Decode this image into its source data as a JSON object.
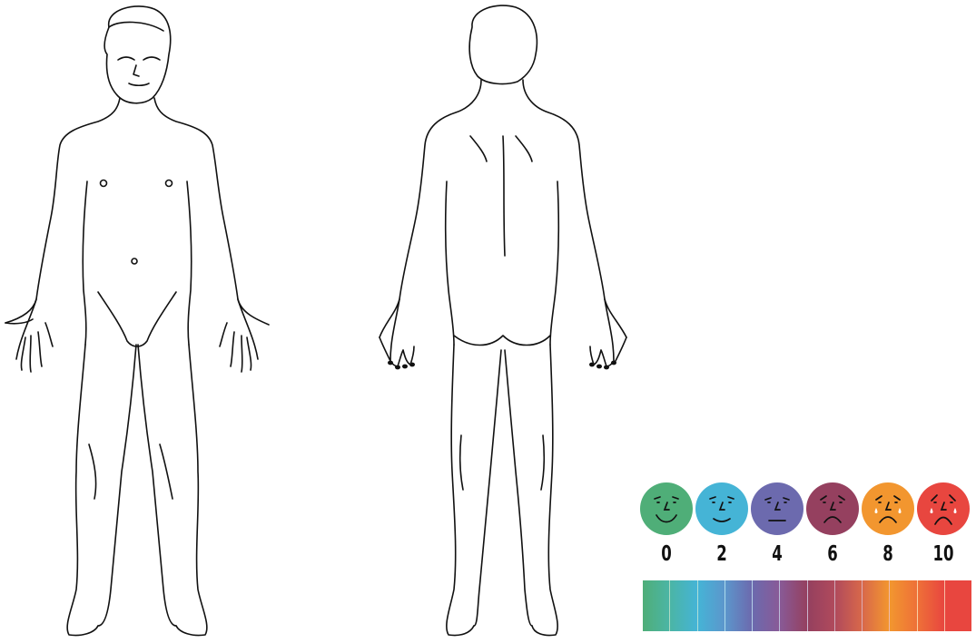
{
  "front_figure": {
    "label": ""
  },
  "back_figure": {
    "label": ""
  },
  "pain_scale": {
    "faces": [
      {
        "level": "0",
        "color": "#4fae78",
        "mood": "smiling"
      },
      {
        "level": "2",
        "color": "#45b4d6",
        "mood": "slight-smile"
      },
      {
        "level": "4",
        "color": "#6c6aae",
        "mood": "neutral"
      },
      {
        "level": "6",
        "color": "#95405f",
        "mood": "frown"
      },
      {
        "level": "8",
        "color": "#f2962f",
        "mood": "crying"
      },
      {
        "level": "10",
        "color": "#e8463f",
        "mood": "crying-hard"
      }
    ],
    "gradient_colors": [
      "#4fae78",
      "#4bb5a5",
      "#45b4d6",
      "#5c96cc",
      "#6c6aae",
      "#885a97",
      "#95405f",
      "#b04a5c",
      "#d8684a",
      "#f2962f",
      "#ee7038",
      "#e8463f"
    ]
  }
}
